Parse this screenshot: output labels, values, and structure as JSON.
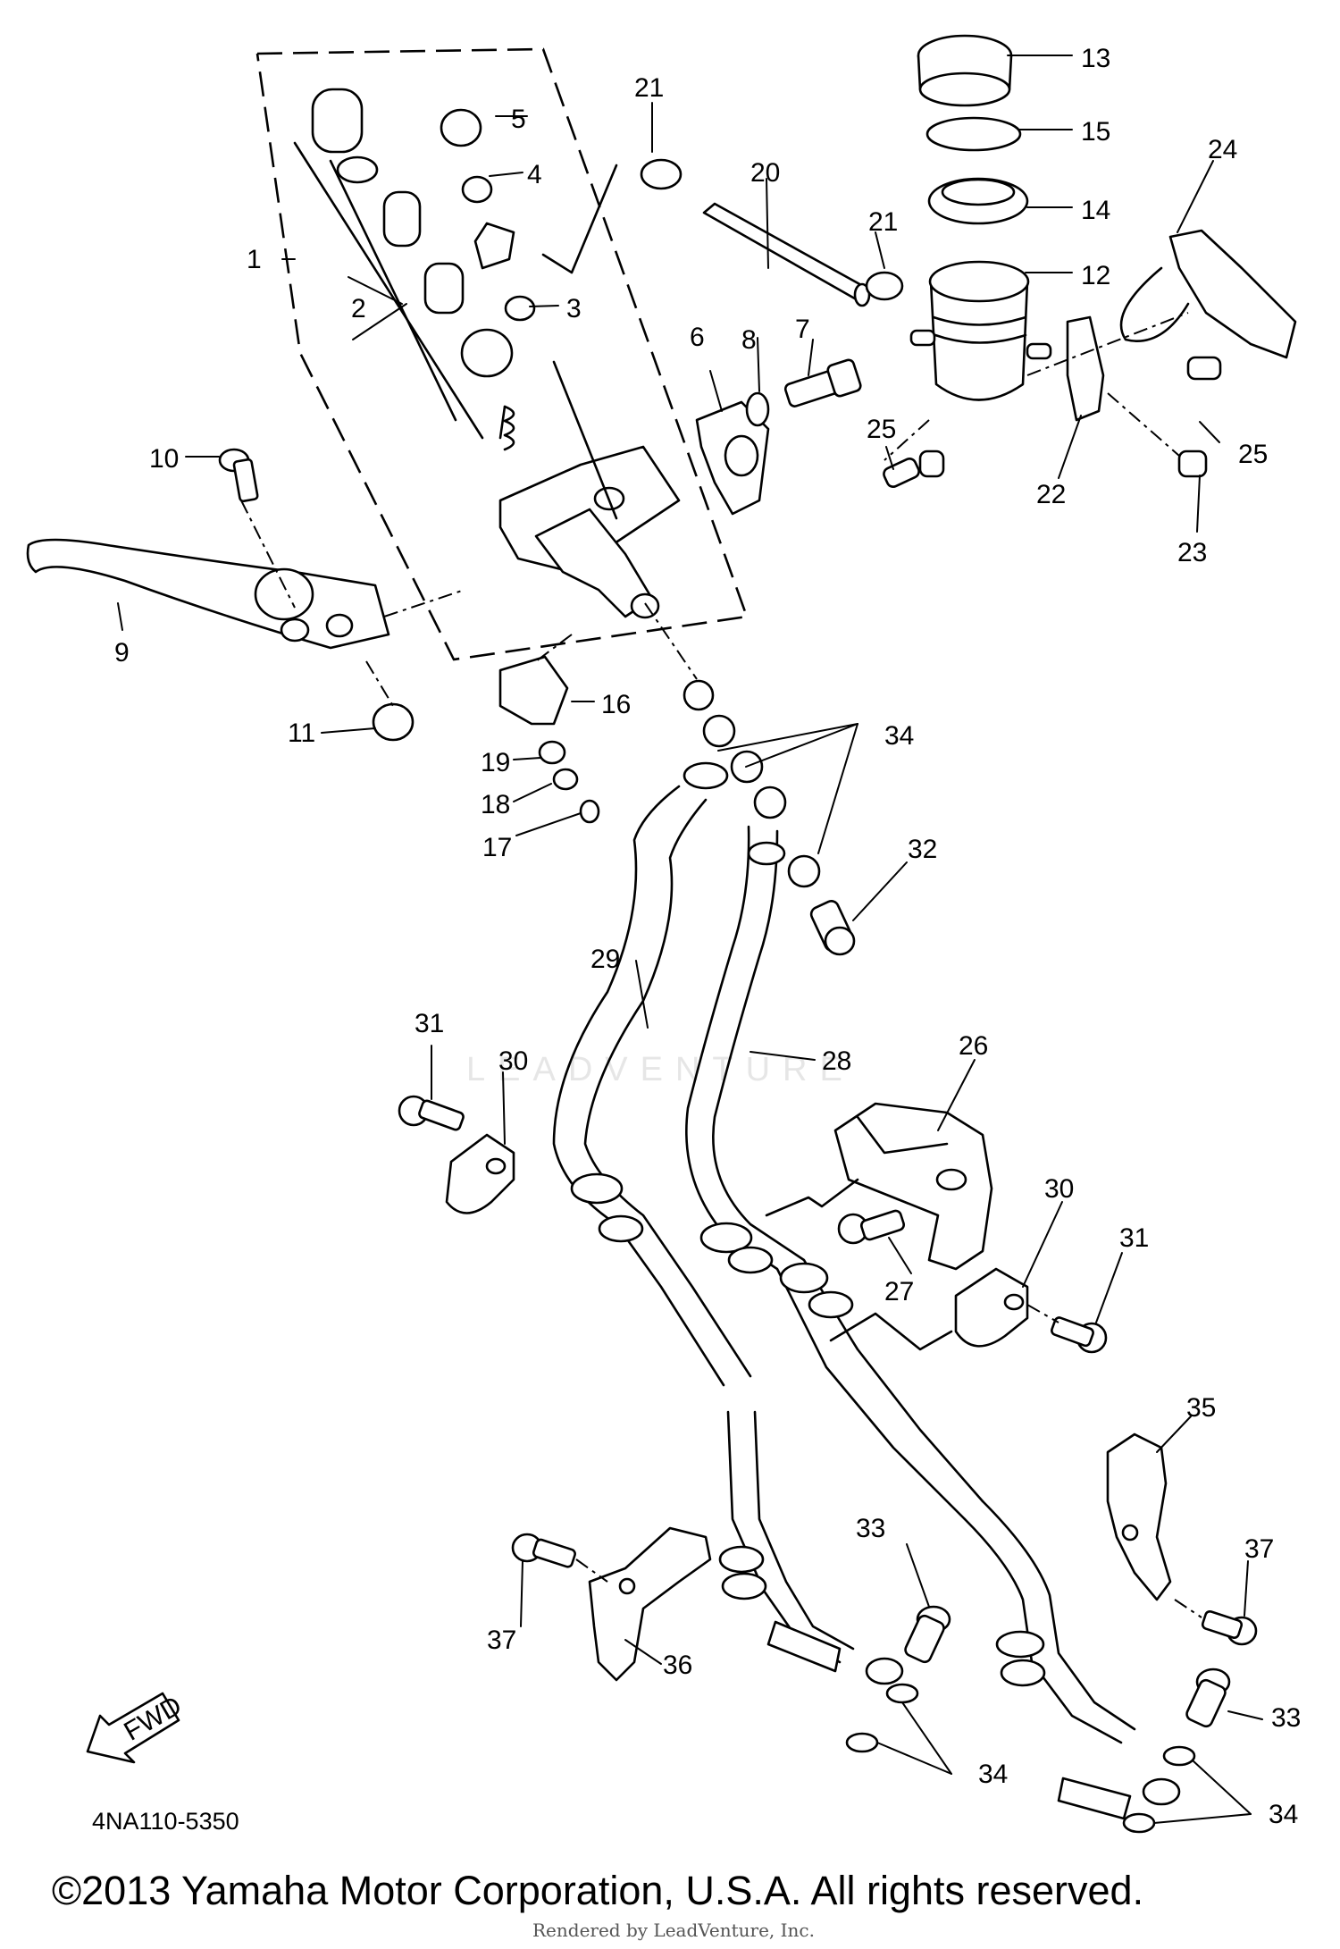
{
  "diagram": {
    "callouts": [
      {
        "id": "1",
        "text": "1"
      },
      {
        "id": "2",
        "text": "2"
      },
      {
        "id": "3",
        "text": "3"
      },
      {
        "id": "4",
        "text": "4"
      },
      {
        "id": "5",
        "text": "5"
      },
      {
        "id": "6",
        "text": "6"
      },
      {
        "id": "7",
        "text": "7"
      },
      {
        "id": "8",
        "text": "8"
      },
      {
        "id": "9",
        "text": "9"
      },
      {
        "id": "10",
        "text": "10"
      },
      {
        "id": "11",
        "text": "11"
      },
      {
        "id": "12",
        "text": "12"
      },
      {
        "id": "13",
        "text": "13"
      },
      {
        "id": "14",
        "text": "14"
      },
      {
        "id": "15",
        "text": "15"
      },
      {
        "id": "16",
        "text": "16"
      },
      {
        "id": "17",
        "text": "17"
      },
      {
        "id": "18",
        "text": "18"
      },
      {
        "id": "19",
        "text": "19"
      },
      {
        "id": "20",
        "text": "20"
      },
      {
        "id": "21",
        "text": "21"
      },
      {
        "id": "22",
        "text": "22"
      },
      {
        "id": "23",
        "text": "23"
      },
      {
        "id": "24",
        "text": "24"
      },
      {
        "id": "25",
        "text": "25"
      },
      {
        "id": "26",
        "text": "26"
      },
      {
        "id": "27",
        "text": "27"
      },
      {
        "id": "28",
        "text": "28"
      },
      {
        "id": "29",
        "text": "29"
      },
      {
        "id": "30",
        "text": "30"
      },
      {
        "id": "31",
        "text": "31"
      },
      {
        "id": "32",
        "text": "32"
      },
      {
        "id": "33",
        "text": "33"
      },
      {
        "id": "34",
        "text": "34"
      },
      {
        "id": "35",
        "text": "35"
      },
      {
        "id": "36",
        "text": "36"
      },
      {
        "id": "37",
        "text": "37"
      }
    ],
    "fwd_label": "FWD",
    "diagram_code": "4NA110-5350",
    "copyright": "©2013 Yamaha Motor Corporation, U.S.A. All rights reserved.",
    "rendered_by": "Rendered by LeadVenture, Inc.",
    "watermark": "LEADVENTURE"
  }
}
